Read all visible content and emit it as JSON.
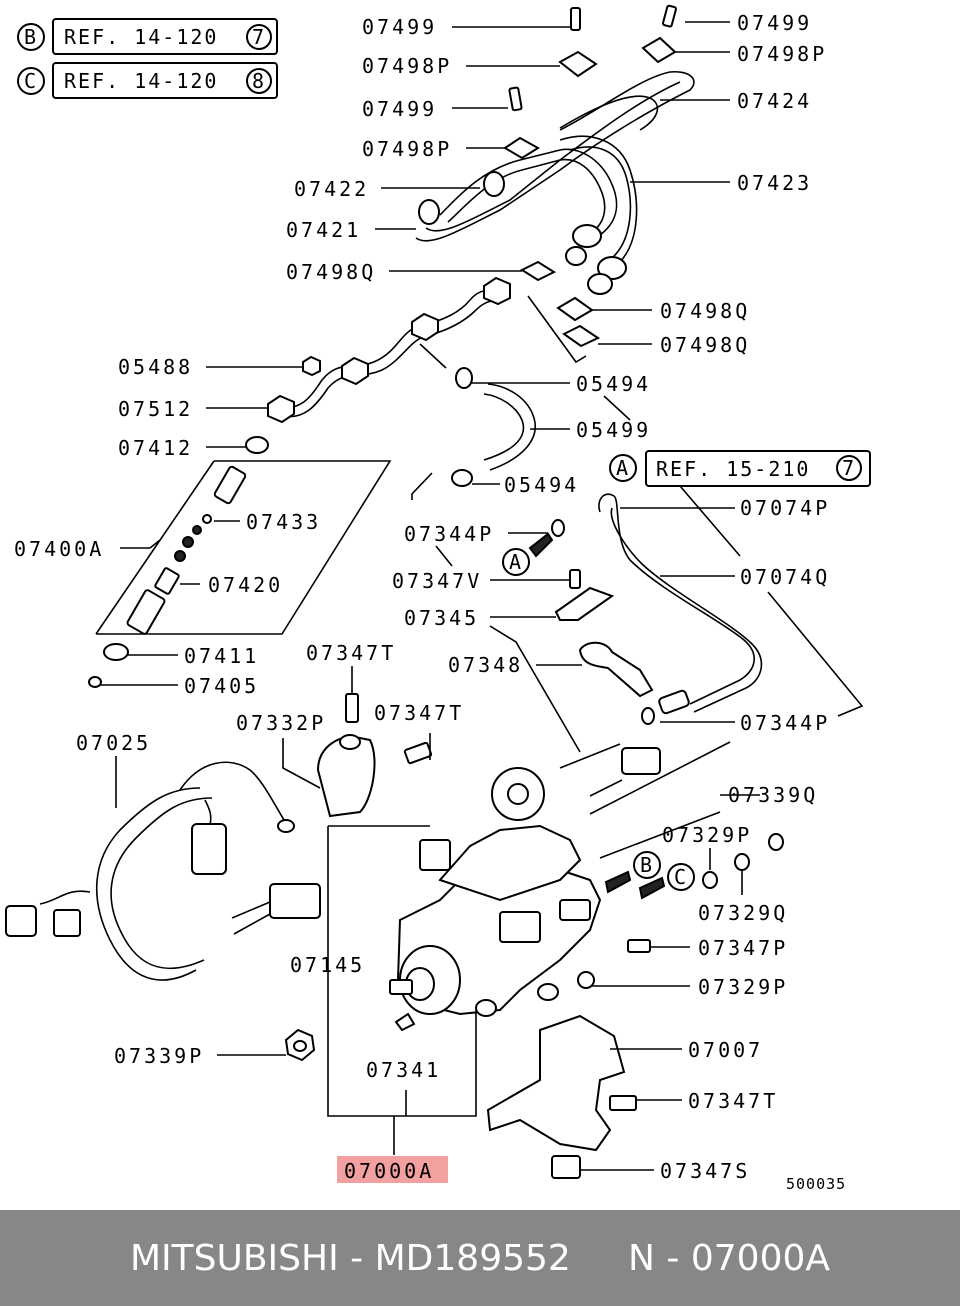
{
  "diagram": {
    "refs": [
      {
        "letter": "B",
        "text": "REF. 14-120",
        "num": "7"
      },
      {
        "letter": "C",
        "text": "REF. 14-120",
        "num": "8"
      },
      {
        "letter": "A",
        "text": "REF. 15-210",
        "num": "7"
      }
    ],
    "callouts": [
      "A",
      "B",
      "C"
    ],
    "labels": [
      "07499",
      "07499",
      "07498P",
      "07498P",
      "07499",
      "07424",
      "07498P",
      "07422",
      "07423",
      "07421",
      "07498Q",
      "07498Q",
      "07498Q",
      "05488",
      "05494",
      "07512",
      "05499",
      "07412",
      "05494",
      "07433",
      "07074P",
      "07400A",
      "07344P",
      "07420",
      "07074Q",
      "07347V",
      "07345",
      "07411",
      "07347T",
      "07348",
      "07405",
      "07347T",
      "07332P",
      "07344P",
      "07025",
      "07339Q",
      "07329P",
      "07329Q",
      "07145",
      "07347P",
      "07329P",
      "07339P",
      "07007",
      "07341",
      "07347T",
      "07347S",
      "07000A"
    ],
    "highlighted_label": "07000A",
    "highlight_color": "#f2a0a0",
    "diagram_code": "500035"
  },
  "footer": {
    "brand": "MITSUBISHI",
    "part_number": "MD189552",
    "ref_label": "N - 07000A",
    "background": "#878787"
  }
}
